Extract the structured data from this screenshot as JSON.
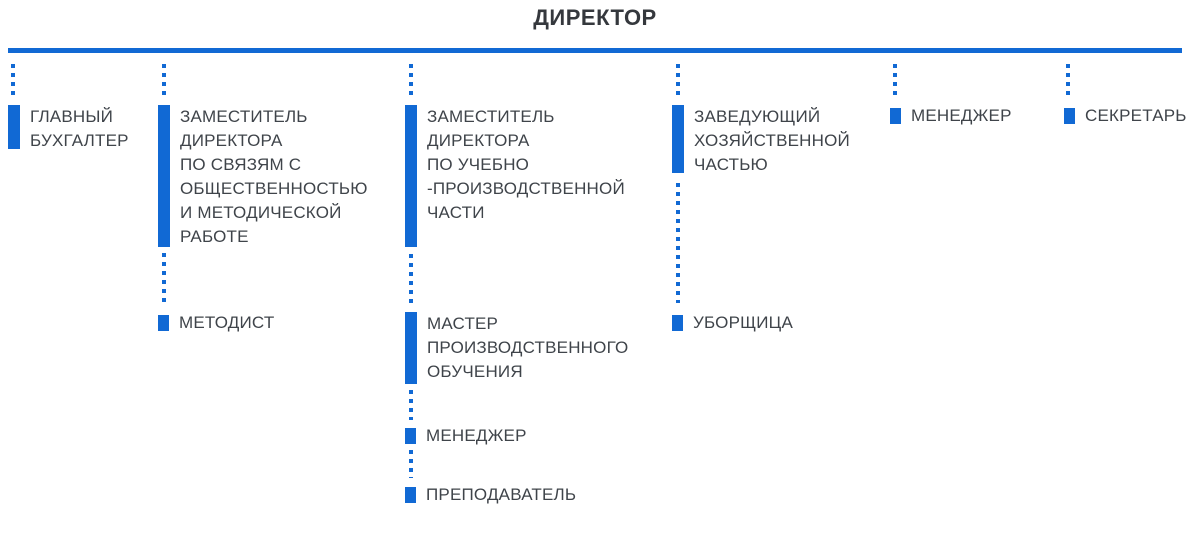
{
  "title": "ДИРЕКТОР",
  "colors": {
    "accent": "#1169d4",
    "title_text": "#35383d",
    "item_text": "#3f444a"
  },
  "columns": [
    {
      "items": [
        {
          "label": "ГЛАВНЫЙ\nБУХГАЛТЕР"
        }
      ]
    },
    {
      "items": [
        {
          "label": "ЗАМЕСТИТЕЛЬ\nДИРЕКТОРА\nПО СВЯЗЯМ С\nОБЩЕСТВЕННОСТЬЮ\nИ МЕТОДИЧЕСКОЙ\nРАБОТЕ"
        },
        {
          "label": "МЕТОДИСТ"
        }
      ]
    },
    {
      "items": [
        {
          "label": "ЗАМЕСТИТЕЛЬ\nДИРЕКТОРА\nПО УЧЕБНО\n-ПРОИЗВОДСТВЕННОЙ\nЧАСТИ"
        },
        {
          "label": "МАСТЕР\nПРОИЗВОДСТВЕННОГО\nОБУЧЕНИЯ"
        },
        {
          "label": "МЕНЕДЖЕР"
        },
        {
          "label": "ПРЕПОДАВАТЕЛЬ"
        }
      ]
    },
    {
      "items": [
        {
          "label": "ЗАВЕДУЮЩИЙ\nХОЗЯЙСТВЕННОЙ\nЧАСТЬЮ"
        },
        {
          "label": "УБОРЩИЦА"
        }
      ]
    },
    {
      "items": [
        {
          "label": "МЕНЕДЖЕР"
        }
      ]
    },
    {
      "items": [
        {
          "label": "СЕКРЕТАРЬ"
        }
      ]
    }
  ]
}
